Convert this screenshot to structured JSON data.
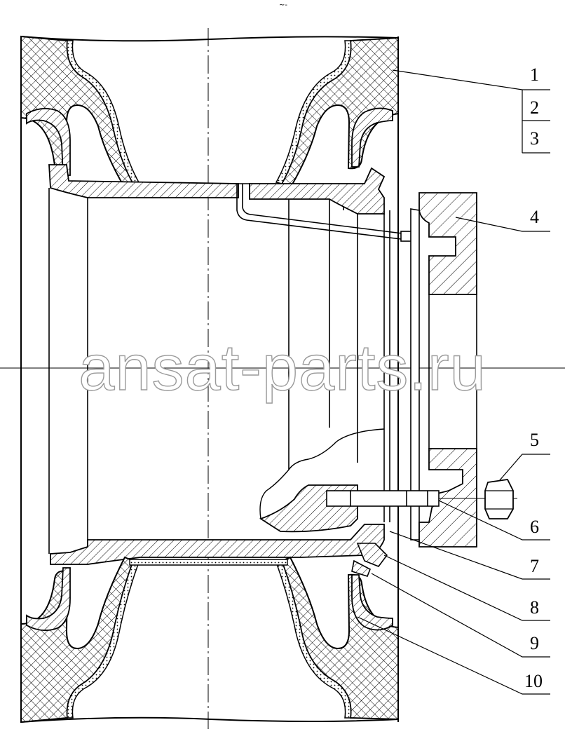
{
  "top_mark": "~-",
  "callouts": {
    "c1": "1",
    "c2": "2",
    "c3": "3",
    "c4": "4",
    "c5": "5",
    "c6": "6",
    "c7": "7",
    "c8": "8",
    "c9": "9",
    "c10": "10"
  },
  "watermark": "ansat-parts.ru",
  "colors": {
    "line": "#000000",
    "watermark_outline": "#9a9a9a",
    "background": "#ffffff"
  }
}
